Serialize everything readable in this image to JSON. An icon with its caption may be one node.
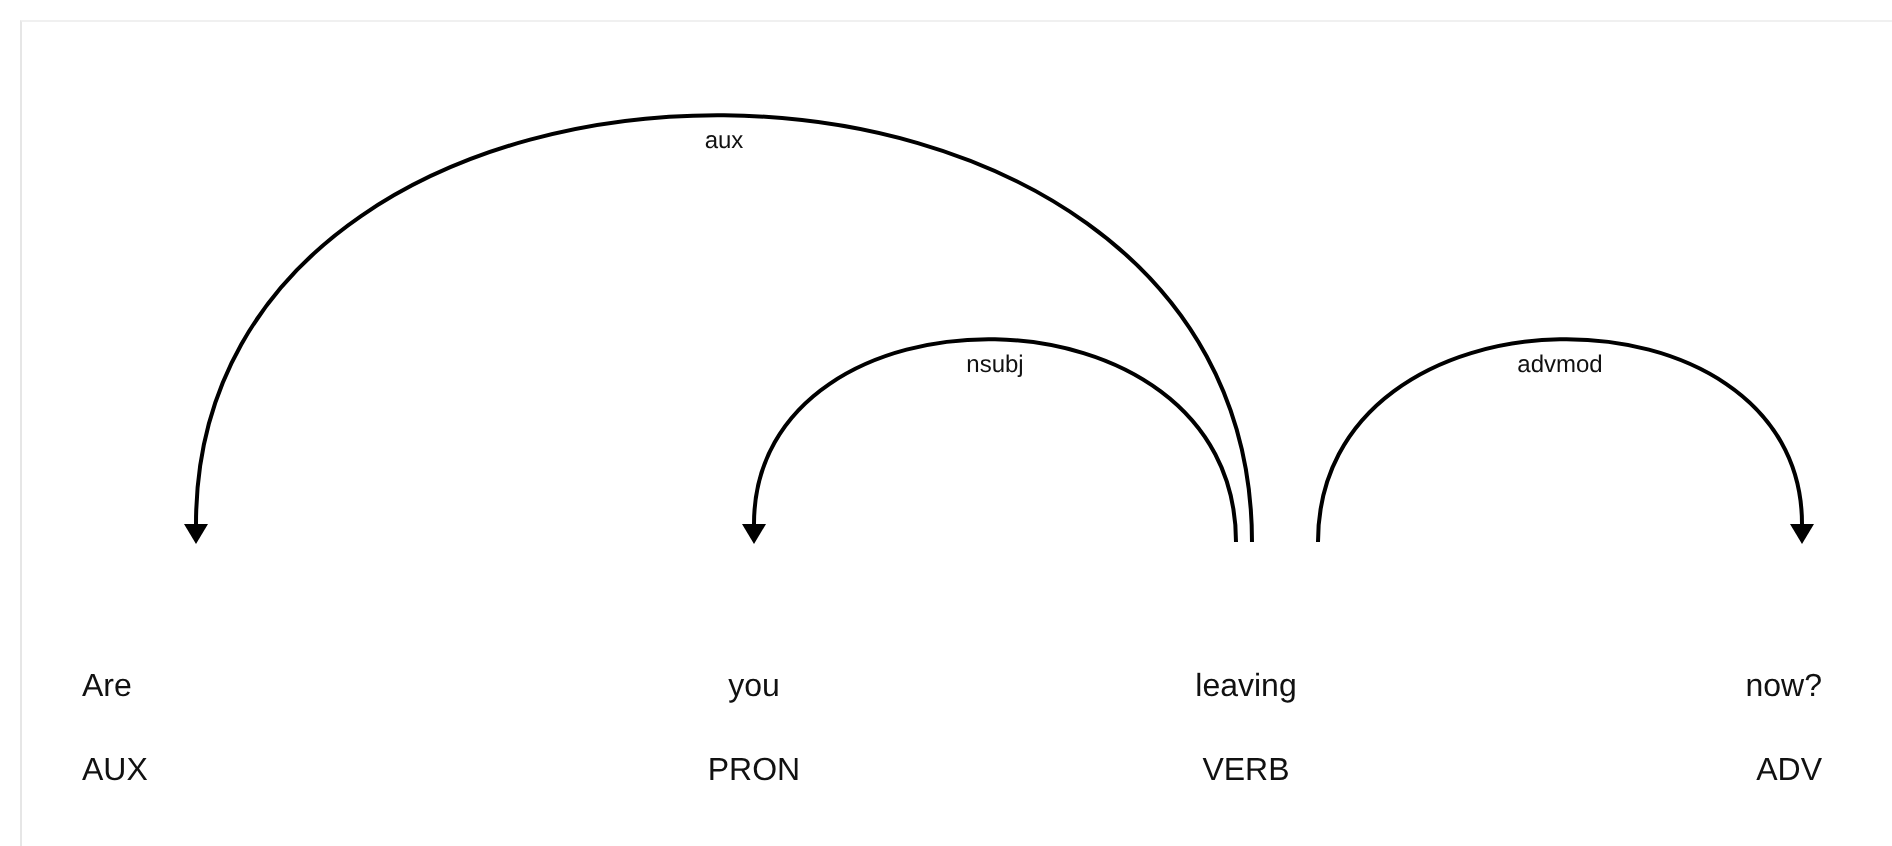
{
  "diagram": {
    "nodes": [
      {
        "text": [
          "Are",
          "AUX"
        ]
      },
      {
        "text": [
          "you",
          "PRON"
        ]
      },
      {
        "text": [
          "leaving",
          "VERB"
        ]
      },
      {
        "text": [
          "now?",
          "ADV"
        ]
      }
    ],
    "edges": [
      {
        "from": 2,
        "to": 0,
        "arrow": "to",
        "label": "aux"
      },
      {
        "from": 2,
        "to": 1,
        "arrow": "to",
        "label": "nsubj"
      },
      {
        "from": 2,
        "to": 3,
        "arrow": "to",
        "label": "advmod"
      }
    ]
  }
}
